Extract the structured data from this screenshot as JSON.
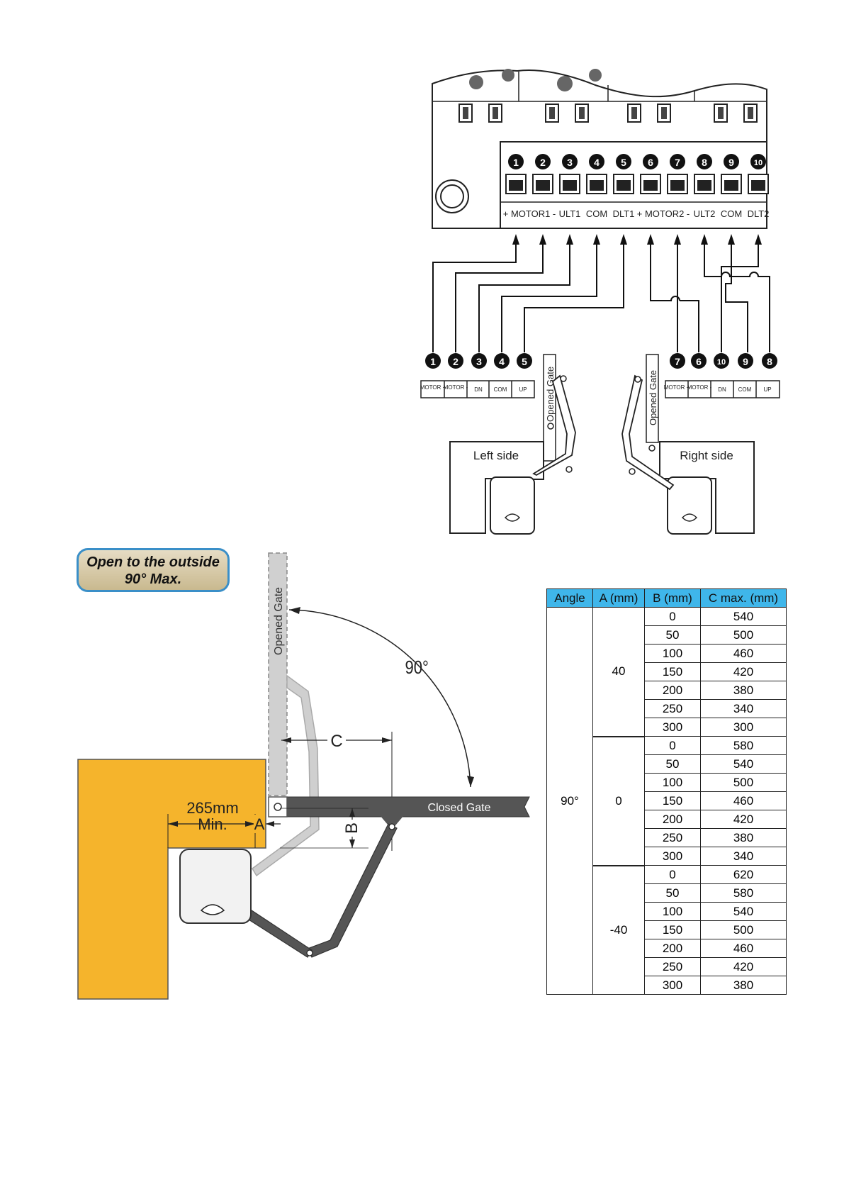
{
  "terminals": {
    "numbers": [
      "1",
      "2",
      "3",
      "4",
      "5",
      "6",
      "7",
      "8",
      "9",
      "10"
    ],
    "labels": [
      "+ MOTOR1 -",
      "ULT1",
      "COM",
      "DLT1",
      "+ MOTOR2 -",
      "ULT2",
      "COM",
      "DLT2"
    ]
  },
  "left_block": {
    "numbers": [
      "1",
      "2",
      "3",
      "4",
      "5"
    ],
    "labels": [
      "MOTOR +",
      "MOTOR -",
      "DN",
      "COM",
      "UP"
    ]
  },
  "right_block": {
    "numbers": [
      "7",
      "6",
      "10",
      "9",
      "8"
    ],
    "labels": [
      "MOTOR +",
      "MOTOR -",
      "DN",
      "COM",
      "UP"
    ]
  },
  "left_side": {
    "caption": "Left side",
    "gate_label": "Opened Gate"
  },
  "right_side": {
    "caption": "Right side",
    "gate_label": "Opened Gate"
  },
  "badge": {
    "line1": "Open to the outside",
    "line2": "90° Max."
  },
  "install": {
    "opened_gate": "Opened Gate",
    "closed_gate": "Closed Gate",
    "angle": "90°",
    "dim_c": "C",
    "dim_b": "B",
    "dim_a": "A",
    "min_dist": "265mm",
    "min_label": "Min."
  },
  "table": {
    "headers": [
      "Angle",
      "A (mm)",
      "B (mm)",
      "C max. (mm)"
    ],
    "angle": "90°",
    "groups": [
      {
        "a": "40",
        "rows": [
          [
            "0",
            "540"
          ],
          [
            "50",
            "500"
          ],
          [
            "100",
            "460"
          ],
          [
            "150",
            "420"
          ],
          [
            "200",
            "380"
          ],
          [
            "250",
            "340"
          ],
          [
            "300",
            "300"
          ]
        ]
      },
      {
        "a": "0",
        "rows": [
          [
            "0",
            "580"
          ],
          [
            "50",
            "540"
          ],
          [
            "100",
            "500"
          ],
          [
            "150",
            "460"
          ],
          [
            "200",
            "420"
          ],
          [
            "250",
            "380"
          ],
          [
            "300",
            "340"
          ]
        ]
      },
      {
        "a": "-40",
        "rows": [
          [
            "0",
            "620"
          ],
          [
            "50",
            "580"
          ],
          [
            "100",
            "540"
          ],
          [
            "150",
            "500"
          ],
          [
            "200",
            "460"
          ],
          [
            "250",
            "420"
          ],
          [
            "300",
            "380"
          ]
        ]
      }
    ]
  },
  "colors": {
    "wall": "#f5b42c",
    "header": "#3fb6ea",
    "gate_bar": "#555555",
    "ghost_arm": "#c8c8c8"
  }
}
